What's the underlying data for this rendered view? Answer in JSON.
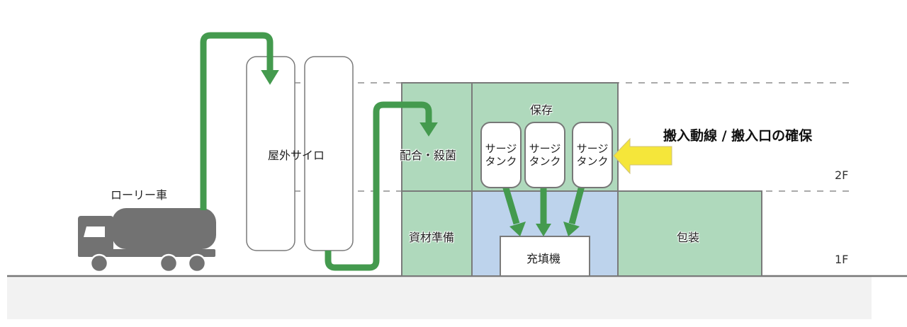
{
  "diagram": {
    "truck_label": "ローリー車",
    "silo_label": "屋外サイロ",
    "mixing_label": "配合・殺菌",
    "materials_label": "資材準備",
    "storage_label": "保存",
    "surge_tanks": [
      {
        "line1": "サージ",
        "line2": "タンク"
      },
      {
        "line1": "サージ",
        "line2": "タンク"
      },
      {
        "line1": "サージ",
        "line2": "タンク"
      }
    ],
    "filler_label": "充填機",
    "packaging_label": "包装",
    "headline": "搬入動線 / 搬入口の確保",
    "floor_2f": "2F",
    "floor_1f": "1F",
    "colors": {
      "flow_arrow": "#449a4e",
      "highlight_arrow": "#f5e63a",
      "room_green": "#afd9bc",
      "room_blue": "#bdd3ec",
      "outline": "#7a7a7a",
      "truck": "#727272",
      "ground": "#f2f2f2"
    }
  }
}
